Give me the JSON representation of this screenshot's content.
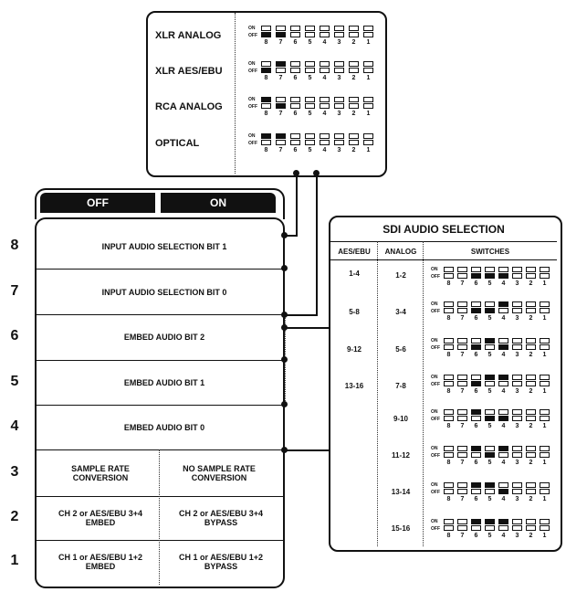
{
  "inputs": {
    "labels": [
      "XLR ANALOG",
      "XLR AES/EBU",
      "RCA ANALOG",
      "OPTICAL"
    ],
    "on_label": "ON",
    "off_label": "OFF",
    "numbers": [
      "8",
      "7",
      "6",
      "5",
      "4",
      "3",
      "2",
      "1"
    ],
    "rows": [
      {
        "on": [
          false,
          false,
          false,
          false,
          false,
          false,
          false,
          false
        ],
        "off": [
          true,
          true,
          false,
          false,
          false,
          false,
          false,
          false
        ]
      },
      {
        "on": [
          false,
          true,
          false,
          false,
          false,
          false,
          false,
          false
        ],
        "off": [
          true,
          false,
          false,
          false,
          false,
          false,
          false,
          false
        ]
      },
      {
        "on": [
          true,
          false,
          false,
          false,
          false,
          false,
          false,
          false
        ],
        "off": [
          false,
          true,
          false,
          false,
          false,
          false,
          false,
          false
        ]
      },
      {
        "on": [
          true,
          true,
          false,
          false,
          false,
          false,
          false,
          false
        ],
        "off": [
          false,
          false,
          false,
          false,
          false,
          false,
          false,
          false
        ]
      }
    ]
  },
  "header": {
    "off": "OFF",
    "on": "ON"
  },
  "settings": {
    "rows": [
      {
        "num": "8",
        "label": "INPUT AUDIO SELECTION BIT 1"
      },
      {
        "num": "7",
        "label": "INPUT AUDIO SELECTION BIT 0"
      },
      {
        "num": "6",
        "label": "EMBED AUDIO BIT 2"
      },
      {
        "num": "5",
        "label": "EMBED AUDIO BIT 1"
      },
      {
        "num": "4",
        "label": "EMBED AUDIO BIT 0"
      }
    ],
    "split_rows": [
      {
        "num": "3",
        "off": "SAMPLE RATE CONVERSION",
        "on": "NO SAMPLE RATE CONVERSION"
      },
      {
        "num": "2",
        "off": "CH 2 or AES/EBU 3+4 EMBED",
        "on": "CH 2 or AES/EBU 3+4 BYPASS"
      },
      {
        "num": "1",
        "off": "CH 1 or AES/EBU 1+2 EMBED",
        "on": "CH 1 or AES/EBU 1+2 BYPASS"
      }
    ]
  },
  "sdi": {
    "title": "SDI AUDIO SELECTION",
    "headers": {
      "aes": "AES/EBU",
      "analog": "ANALOG",
      "switches": "SWITCHES"
    },
    "aes": [
      "1-4",
      "5-8",
      "9-12",
      "13-16"
    ],
    "analog": [
      "1-2",
      "3-4",
      "5-6",
      "7-8",
      "9-10",
      "11-12",
      "13-14",
      "15-16"
    ],
    "rows": [
      {
        "on": [
          false,
          false,
          false,
          false,
          false,
          false,
          false,
          false
        ],
        "off": [
          false,
          false,
          true,
          true,
          true,
          false,
          false,
          false
        ]
      },
      {
        "on": [
          false,
          false,
          false,
          false,
          true,
          false,
          false,
          false
        ],
        "off": [
          false,
          false,
          true,
          true,
          false,
          false,
          false,
          false
        ]
      },
      {
        "on": [
          false,
          false,
          false,
          true,
          false,
          false,
          false,
          false
        ],
        "off": [
          false,
          false,
          true,
          false,
          true,
          false,
          false,
          false
        ]
      },
      {
        "on": [
          false,
          false,
          false,
          true,
          true,
          false,
          false,
          false
        ],
        "off": [
          false,
          false,
          true,
          false,
          false,
          false,
          false,
          false
        ]
      },
      {
        "on": [
          false,
          false,
          true,
          false,
          false,
          false,
          false,
          false
        ],
        "off": [
          false,
          false,
          false,
          true,
          true,
          false,
          false,
          false
        ]
      },
      {
        "on": [
          false,
          false,
          true,
          false,
          true,
          false,
          false,
          false
        ],
        "off": [
          false,
          false,
          false,
          true,
          false,
          false,
          false,
          false
        ]
      },
      {
        "on": [
          false,
          false,
          true,
          true,
          false,
          false,
          false,
          false
        ],
        "off": [
          false,
          false,
          false,
          false,
          true,
          false,
          false,
          false
        ]
      },
      {
        "on": [
          false,
          false,
          true,
          true,
          true,
          false,
          false,
          false
        ],
        "off": [
          false,
          false,
          false,
          false,
          false,
          false,
          false,
          false
        ]
      }
    ]
  }
}
